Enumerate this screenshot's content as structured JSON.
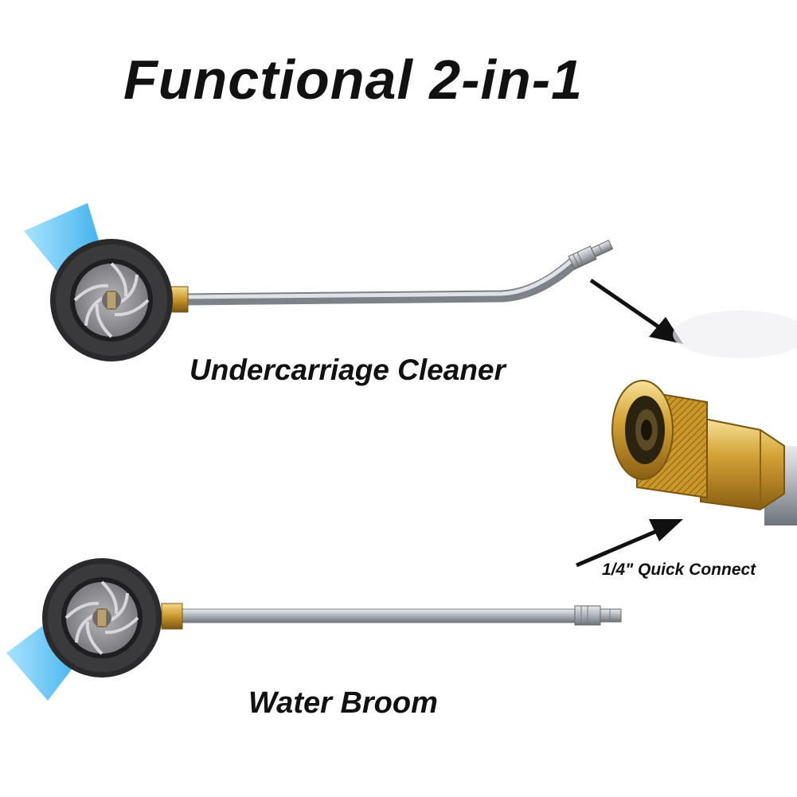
{
  "title": "Functional 2-in-1",
  "labels": {
    "undercarriage": "Undercarriage Cleaner",
    "water_broom": "Water Broom",
    "quick_connect": "1/4\" Quick Connect"
  },
  "colors": {
    "spray": "#3fb8f0",
    "wheel_rim": "#2a2a2c",
    "brass": "#c8982c",
    "steel": "#b8bcc2",
    "arrow": "#111111"
  },
  "icons": [
    "spray-icon",
    "rotary-head-icon",
    "arrow-icon",
    "brass-coupler-icon"
  ]
}
